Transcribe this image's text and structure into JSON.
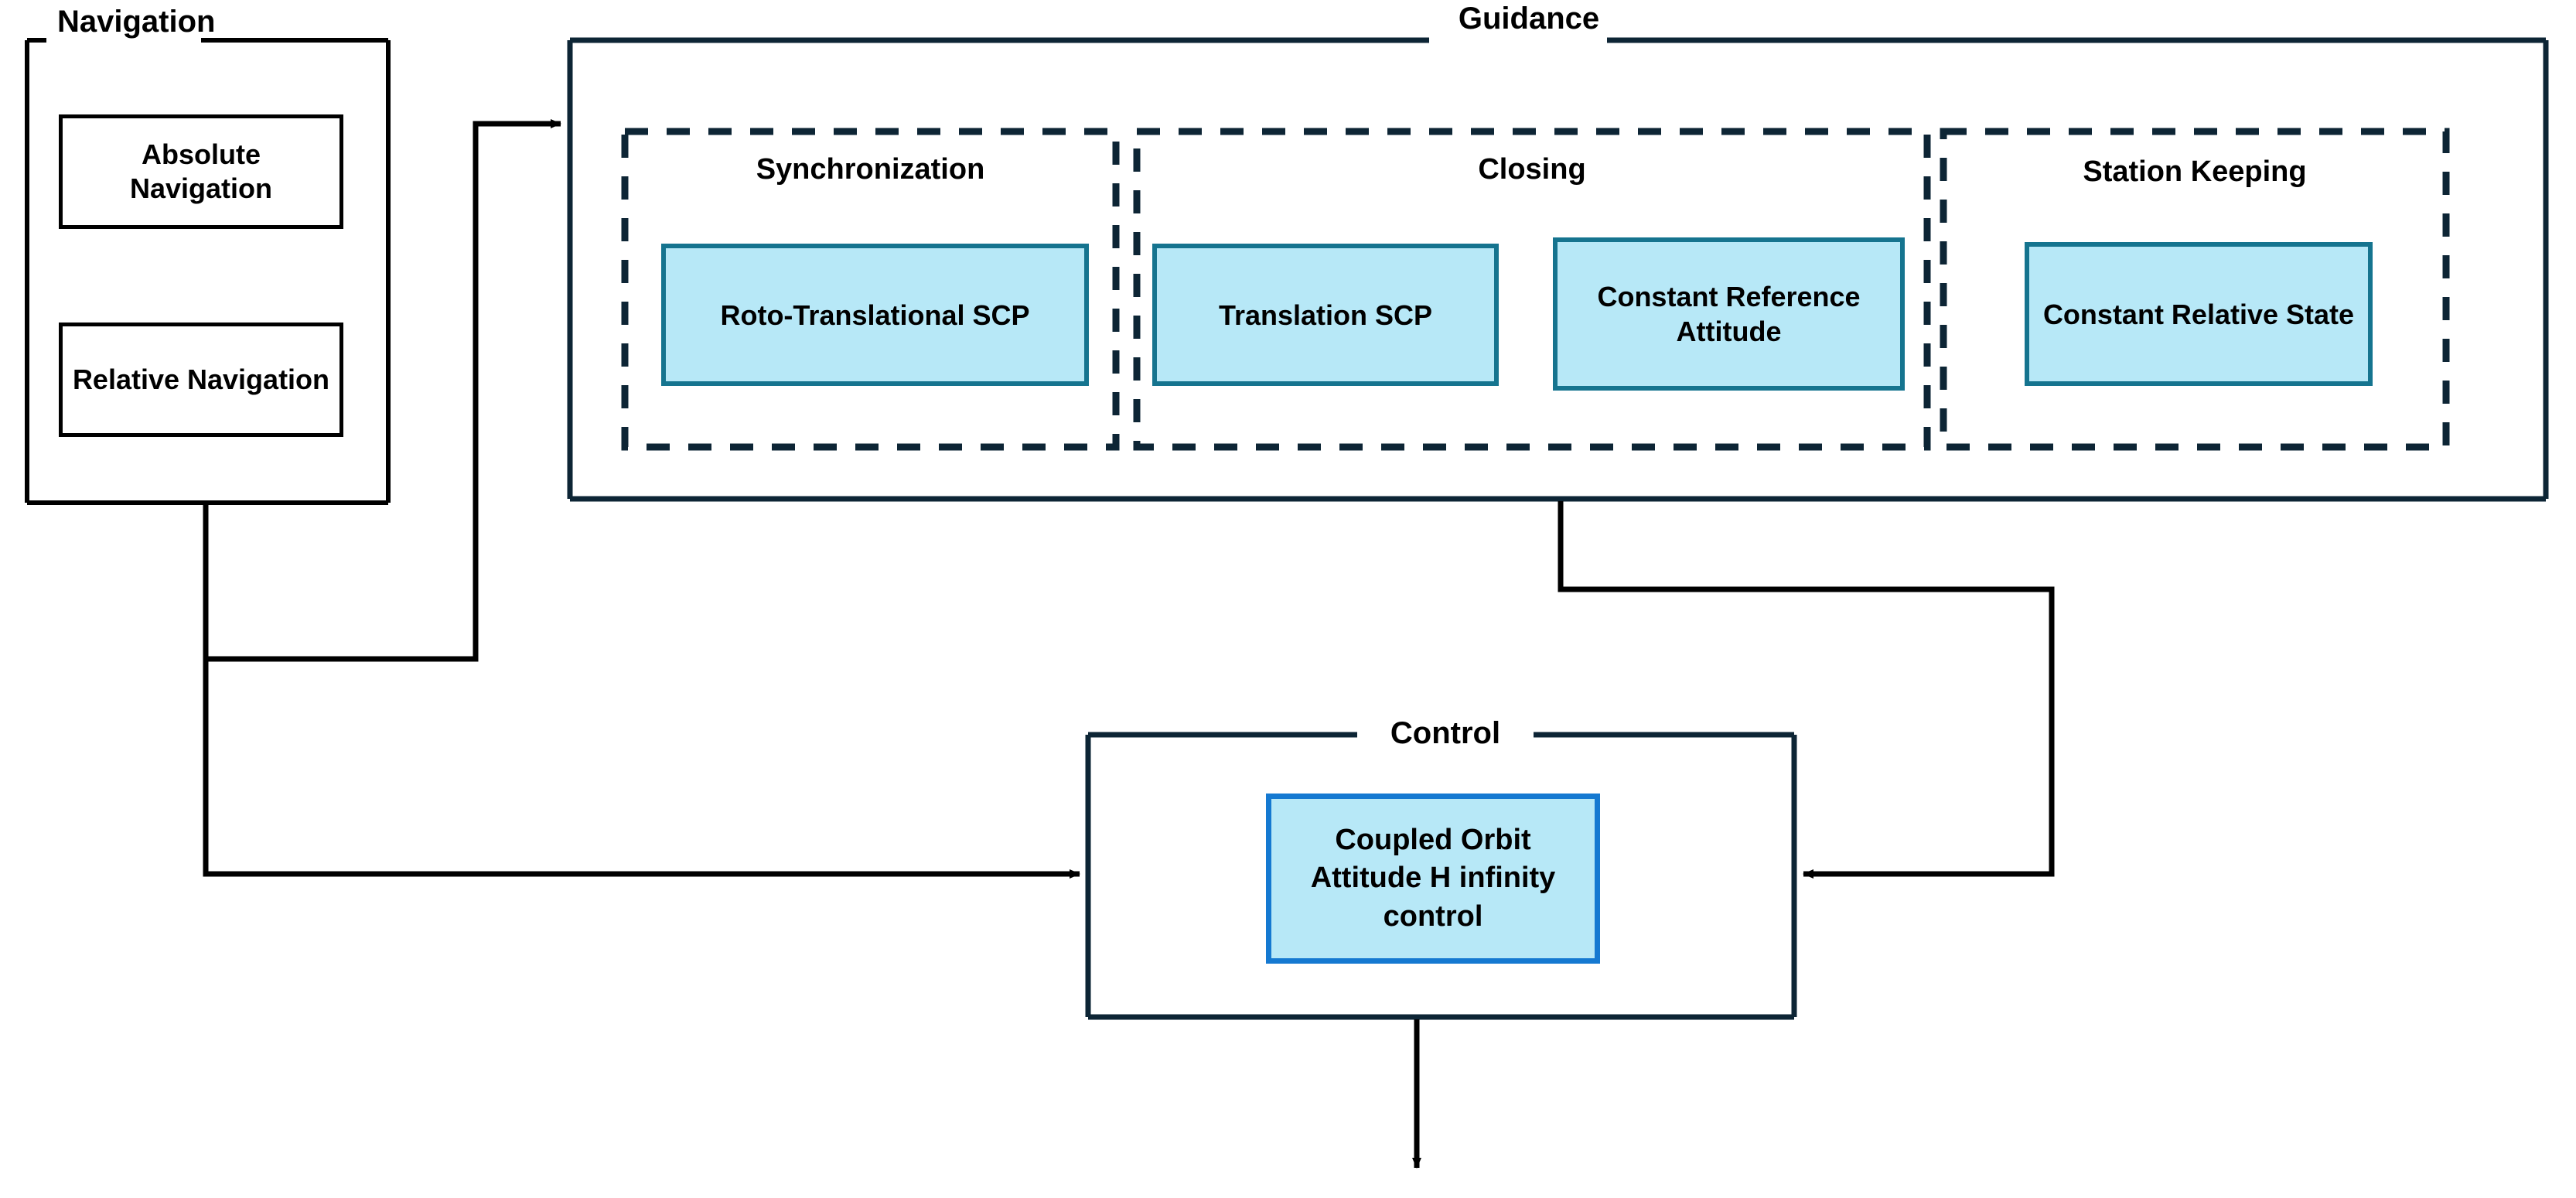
{
  "diagram": {
    "title_groups": {
      "navigation": "Navigation",
      "guidance": "Guidance",
      "control": "Control"
    },
    "navigation": {
      "label": "Navigation",
      "blocks": [
        {
          "id": "absolute-navigation",
          "label": "Absolute Navigation"
        },
        {
          "id": "relative-navigation",
          "label": "Relative Navigation"
        }
      ]
    },
    "guidance": {
      "label": "Guidance",
      "phases": [
        {
          "id": "synchronization",
          "label": "Synchronization",
          "blocks": [
            {
              "id": "roto-translational-scp",
              "label": "Roto-Translational SCP"
            }
          ]
        },
        {
          "id": "closing",
          "label": "Closing",
          "blocks": [
            {
              "id": "translation-scp",
              "label": "Translation SCP"
            },
            {
              "id": "constant-reference-attitude",
              "label": "Constant Reference Attitude"
            }
          ]
        },
        {
          "id": "station-keeping",
          "label": "Station Keeping",
          "blocks": [
            {
              "id": "constant-relative-state",
              "label": "Constant Relative State"
            }
          ]
        }
      ]
    },
    "control": {
      "label": "Control",
      "blocks": [
        {
          "id": "coupled-orbit-attitude-h-infinity-control",
          "label": "Coupled Orbit Attitude H infinity control"
        }
      ]
    },
    "connections": [
      {
        "id": "navigation-to-guidance",
        "from": "navigation",
        "to": "guidance",
        "arrow": "right"
      },
      {
        "id": "navigation-to-control",
        "from": "navigation",
        "to": "control",
        "arrow": "right"
      },
      {
        "id": "guidance-to-control",
        "from": "guidance",
        "to": "control",
        "arrow": "left"
      },
      {
        "id": "control-output",
        "from": "control",
        "to": "plant",
        "arrow": "down"
      }
    ],
    "colors": {
      "block_fill": "#b7e8f7",
      "block_border": "#15748f",
      "control_block_border": "#1579d1",
      "frame_navy": "#0d2535",
      "frame_black": "#000000"
    }
  }
}
